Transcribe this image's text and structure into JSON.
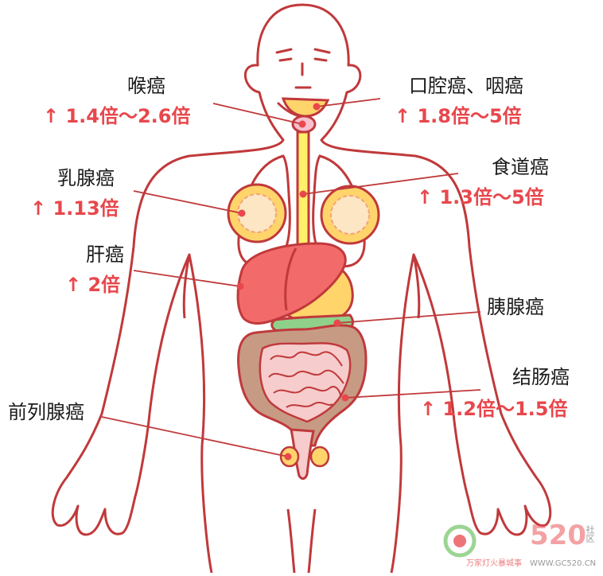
{
  "labels": {
    "throat": {
      "name": "喉癌",
      "risk": "↑ 1.4倍～2.6倍"
    },
    "mouth": {
      "name": "口腔癌、咽癌",
      "risk": "↑ 1.8倍～5倍"
    },
    "breast": {
      "name": "乳腺癌",
      "risk": "↑ 1.13倍"
    },
    "esophagus": {
      "name": "食道癌",
      "risk": "↑ 1.3倍～5倍"
    },
    "liver": {
      "name": "肝癌",
      "risk": "↑ 2倍"
    },
    "pancreas": {
      "name": "胰腺癌"
    },
    "colon": {
      "name": "结肠癌",
      "risk": "↑ 1.2倍～1.5倍"
    },
    "prostate": {
      "name": "前列腺癌"
    }
  },
  "watermark": {
    "brand": "520",
    "side": "社区",
    "slogan": "万家灯火暴城事",
    "url": "WWW.GC520.CN"
  },
  "colors": {
    "outline": "#c0393b",
    "label_red": "#e8474c",
    "liver": "#f26a6a",
    "stomach": "#ffd46b",
    "pancreas": "#8fd18a",
    "intestine": "#f6cccc",
    "colon": "#c79a84",
    "esophagus": "#fff06a"
  }
}
